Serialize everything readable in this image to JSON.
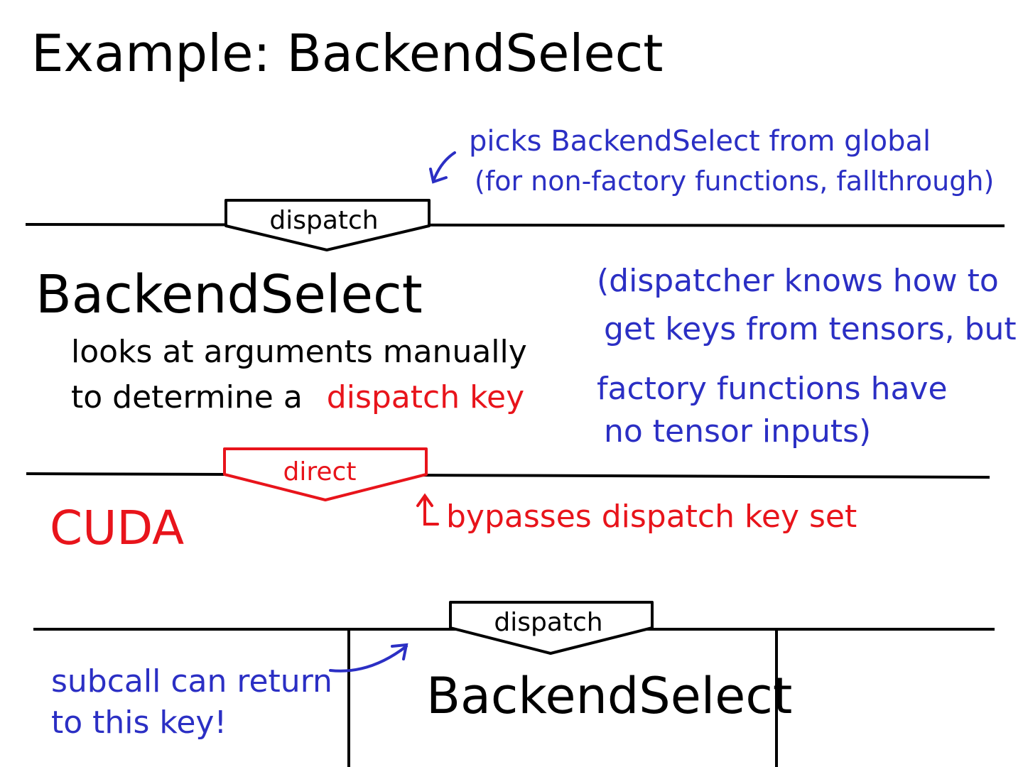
{
  "title": "Example:  BackendSelect",
  "colors": {
    "ink": "#000000",
    "blue": "#2b2fc4",
    "red": "#e8141b"
  },
  "top_note": {
    "line1": "picks BackendSelect from global",
    "line2": "(for non-factory functions, fallthrough)",
    "arrow_icon": "arrow-down-left"
  },
  "dispatch_box_1": {
    "label": "dispatch"
  },
  "backend_select_layer": {
    "name": "BackendSelect",
    "desc_line1": "looks at arguments manually",
    "desc_line2": "to determine a",
    "desc_highlight": "dispatch key"
  },
  "side_note": {
    "line1": "(dispatcher knows how to",
    "line2": "get keys from tensors, but",
    "line3": "factory functions have",
    "line4": "no tensor inputs)"
  },
  "direct_box": {
    "label": "direct"
  },
  "cuda_layer": {
    "name": "CUDA"
  },
  "bypass_note": {
    "text": "bypasses dispatch key set",
    "arrow_icon": "arrow-up-left"
  },
  "dispatch_box_2": {
    "label": "dispatch"
  },
  "subcall_layer": {
    "name": "BackendSelect"
  },
  "subcall_note": {
    "line1": "subcall can return",
    "line2": "to this key!",
    "arrow_icon": "curved-arrow"
  }
}
